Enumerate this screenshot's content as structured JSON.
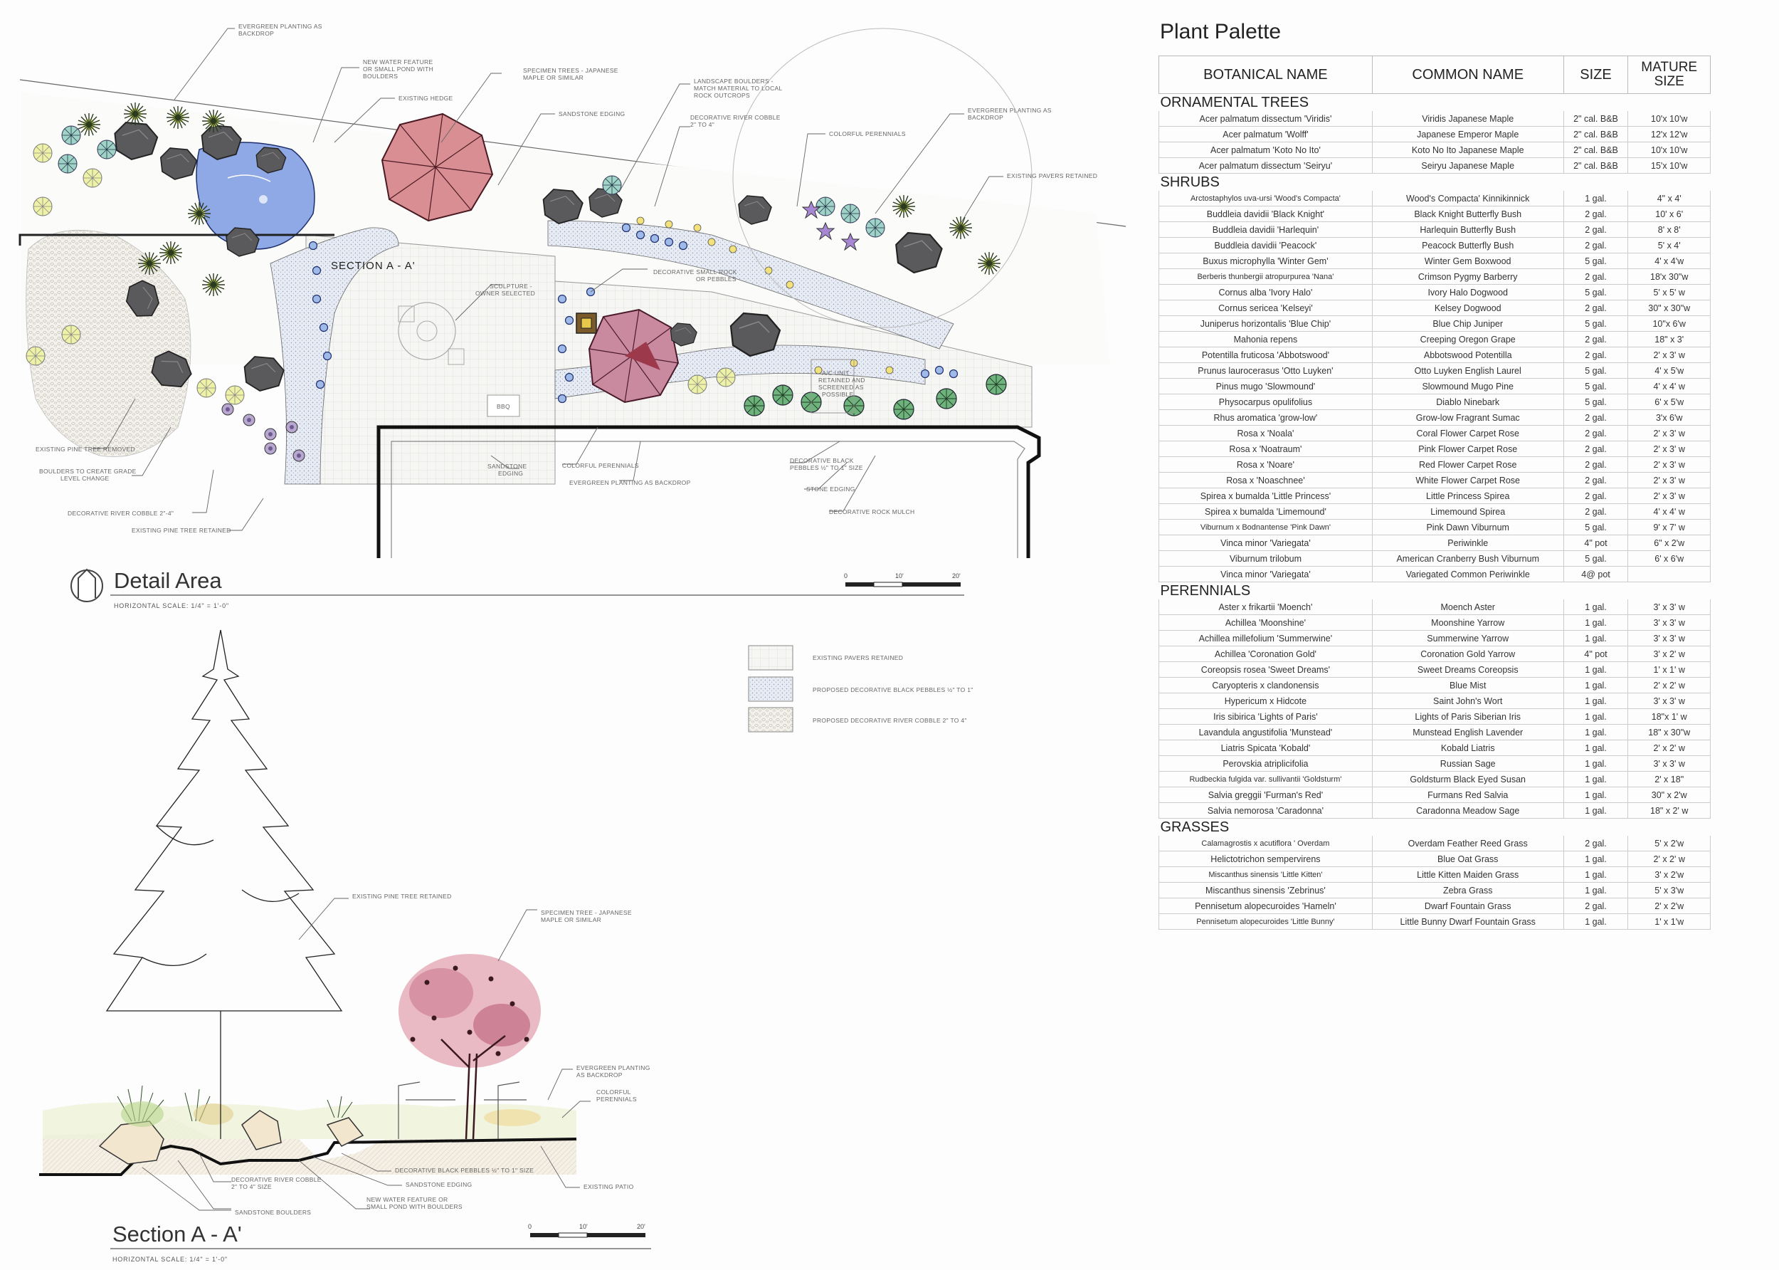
{
  "plan": {
    "title": "Detail Area",
    "scale_note": "HORIZONTAL SCALE:  1/4\" = 1'-0\"",
    "section_label": "SECTION A - A'",
    "scale_ticks": [
      "0",
      "10'",
      "20'"
    ],
    "labels": {
      "evergreen_backdrop_top": [
        "EVERGREEN PLANTING AS",
        "BACKDROP"
      ],
      "water_feature": [
        "NEW WATER FEATURE",
        "OR SMALL POND WITH",
        "BOULDERS"
      ],
      "existing_hedge": "EXISTING HEDGE",
      "specimen_trees": [
        "SPECIMEN TREES - JAPANESE",
        "MAPLE OR SIMILAR"
      ],
      "sandstone_edging_top": "SANDSTONE EDGING",
      "landscape_boulders": [
        "LANDSCAPE BOULDERS -",
        "MATCH MATERIAL TO LOCAL",
        "ROCK OUTCROPS"
      ],
      "river_cobble_top": [
        "DECORATIVE RIVER COBBLE",
        "2\" TO 4\""
      ],
      "colorful_perennials_top": "COLORFUL PERENNIALS",
      "evergreen_backdrop_right": [
        "EVERGREEN PLANTING AS",
        "BACKDROP"
      ],
      "existing_pavers": "EXISTING PAVERS RETAINED",
      "sculpture": [
        "SCULPTURE -",
        "OWNER SELECTED"
      ],
      "small_rock": [
        "DECORATIVE SMALL ROCK",
        "OR PEBBLES"
      ],
      "ac_unit": [
        "A/C UNIT",
        "RETAINED AND",
        "SCREENED AS",
        "POSSIBLE"
      ],
      "bbq": "BBQ",
      "pine_removed": "EXISTING PINE TREE REMOVED",
      "boulders_grade": [
        "BOULDERS TO CREATE GRADE",
        "LEVEL CHANGE"
      ],
      "river_cobble_bottom": "DECORATIVE RIVER COBBLE 2\"-4\"",
      "pine_retained": "EXISTING PINE TREE RETAINED",
      "sandstone_edging_bottom": [
        "SANDSTONE",
        "EDGING"
      ],
      "colorful_perennials_bottom": "COLORFUL PERENNIALS",
      "evergreen_backdrop_bottom": "EVERGREEN PLANTING AS BACKDROP",
      "black_pebbles": [
        "DECORATIVE BLACK",
        "PEBBLES ½\" TO 1\" SIZE"
      ],
      "stone_edging": "STONE EDGING",
      "rock_mulch": "DECORATIVE ROCK MULCH"
    }
  },
  "legend": [
    "EXISTING PAVERS RETAINED",
    "PROPOSED DECORATIVE BLACK PEBBLES ½\" TO 1\"",
    "PROPOSED DECORATIVE RIVER COBBLE 2\" TO 4\""
  ],
  "section": {
    "title": "Section A - A'",
    "scale_note": "HORIZONTAL SCALE:  1/4\" = 1'-0\"",
    "scale_ticks": [
      "0",
      "10'",
      "20'"
    ],
    "labels": {
      "pine_retained": "EXISTING PINE TREE RETAINED",
      "specimen_tree": [
        "SPECIMEN TREE - JAPANESE",
        "MAPLE OR SIMILAR"
      ],
      "evergreen": [
        "EVERGREEN PLANTING",
        "AS BACKDROP"
      ],
      "perennials": [
        "COLORFUL",
        "PERENNIALS"
      ],
      "black_pebbles": "DECORATIVE BLACK PEBBLES ½\" TO 1\" SIZE",
      "sandstone_edging": "SANDSTONE EDGING",
      "existing_patio": "EXISTING PATIO",
      "river_cobble": [
        "DECORATIVE RIVER COBBLE",
        "2\" TO 4\" SIZE"
      ],
      "water_feature": [
        "NEW WATER FEATURE OR",
        "SMALL POND WITH BOULDERS"
      ],
      "sandstone_boulders": "SANDSTONE BOULDERS"
    }
  },
  "palette": {
    "title": "Plant Palette",
    "headers": [
      "BOTANICAL NAME",
      "COMMON NAME",
      "SIZE",
      "MATURE SIZE"
    ],
    "categories": [
      {
        "name": "ORNAMENTAL TREES",
        "rows": [
          [
            "Acer palmatum dissectum 'Viridis'",
            "Viridis Japanese Maple",
            "2\" cal. B&B",
            "10'x 10'w"
          ],
          [
            "Acer palmatum 'Wolff'",
            "Japanese Emperor Maple",
            "2\" cal. B&B",
            "12'x 12'w"
          ],
          [
            "Acer palmatum 'Koto No Ito'",
            "Koto No Ito Japanese Maple",
            "2\" cal. B&B",
            "10'x 10'w"
          ],
          [
            "Acer palmatum dissectum 'Seiryu'",
            "Seiryu Japanese Maple",
            "2\" cal. B&B",
            "15'x 10'w"
          ]
        ]
      },
      {
        "name": "SHRUBS",
        "rows": [
          [
            "Arctostaphylos uva-ursi 'Wood's Compacta'",
            "Wood's Compacta' Kinnikinnick",
            "1 gal.",
            "4\" x 4'"
          ],
          [
            "Buddleia davidii 'Black Knight'",
            "Black Knight Butterfly Bush",
            "2 gal.",
            "10' x 6'"
          ],
          [
            "Buddleia davidii 'Harlequin'",
            "Harlequin Butterfly Bush",
            "2 gal.",
            "8' x 8'"
          ],
          [
            "Buddleia davidii 'Peacock'",
            "Peacock Butterfly Bush",
            "2 gal.",
            "5' x 4'"
          ],
          [
            "Buxus microphylla 'Winter Gem'",
            "Winter Gem Boxwood",
            "5 gal.",
            "4' x 4'w"
          ],
          [
            "Berberis thunbergii atropurpurea 'Nana'",
            "Crimson Pygmy Barberry",
            "2 gal.",
            "18'x 30\"w"
          ],
          [
            "Cornus alba 'Ivory Halo'",
            "Ivory Halo Dogwood",
            "5 gal.",
            "5' x 5' w"
          ],
          [
            "Cornus sericea 'Kelseyi'",
            "Kelsey Dogwood",
            "2 gal.",
            "30\" x 30\"w"
          ],
          [
            "Juniperus horizontalis 'Blue Chip'",
            "Blue Chip Juniper",
            "5 gal.",
            "10\"x 6'w"
          ],
          [
            "Mahonia repens",
            "Creeping Oregon Grape",
            "2 gal.",
            "18\" x 3'"
          ],
          [
            "Potentilla fruticosa 'Abbotswood'",
            "Abbotswood Potentilla",
            "2 gal.",
            "2' x 3' w"
          ],
          [
            "Prunus laurocerasus 'Otto Luyken'",
            "Otto Luyken English Laurel",
            "5 gal.",
            "4' x 5'w"
          ],
          [
            "Pinus mugo 'Slowmound'",
            "Slowmound Mugo Pine",
            "5 gal.",
            "4' x 4' w"
          ],
          [
            "Physocarpus opulifolius",
            "Diablo Ninebark",
            "5 gal.",
            "6' x 5'w"
          ],
          [
            "Rhus aromatica 'grow-low'",
            "Grow-low Fragrant Sumac",
            "2 gal.",
            "3'x 6'w"
          ],
          [
            "Rosa x 'Noala'",
            "Coral Flower Carpet Rose",
            "2 gal.",
            "2' x 3' w"
          ],
          [
            "Rosa x 'Noatraum'",
            "Pink Flower Carpet Rose",
            "2 gal.",
            "2' x 3' w"
          ],
          [
            "Rosa x 'Noare'",
            "Red Flower Carpet Rose",
            "2 gal.",
            "2' x 3' w"
          ],
          [
            "Rosa x 'Noaschnee'",
            "White Flower Carpet Rose",
            "2 gal.",
            "2' x 3' w"
          ],
          [
            "Spirea x bumalda 'Little Princess'",
            "Little Princess Spirea",
            "2 gal.",
            "2' x 3' w"
          ],
          [
            "Spirea x bumalda 'Limemound'",
            "Limemound Spirea",
            "2 gal.",
            "4' x 4' w"
          ],
          [
            "Viburnum  x Bodnantense 'Pink Dawn'",
            "Pink Dawn Viburnum",
            "5 gal.",
            "9' x 7' w"
          ],
          [
            "Vinca minor 'Variegata'",
            "Periwinkle",
            "4\" pot",
            "6\" x 2'w"
          ],
          [
            "Viburnum trilobum",
            "American Cranberry Bush Viburnum",
            "5 gal.",
            "6' x 6'w"
          ],
          [
            "Vinca minor 'Variegata'",
            "Variegated Common Periwinkle",
            "4@ pot",
            ""
          ]
        ]
      },
      {
        "name": "PERENNIALS",
        "rows": [
          [
            "Aster x frikartii 'Moench'",
            "Moench Aster",
            "1 gal.",
            "3' x 3' w"
          ],
          [
            "Achillea 'Moonshine'",
            "Moonshine Yarrow",
            "1 gal.",
            "3' x 3' w"
          ],
          [
            "Achillea millefolium 'Summerwine'",
            "Summerwine Yarrow",
            "1 gal.",
            "3' x 3' w"
          ],
          [
            "Achillea  'Coronation Gold'",
            "Coronation Gold Yarrow",
            "4\" pot",
            "3' x 2' w"
          ],
          [
            "Coreopsis rosea 'Sweet Dreams'",
            "Sweet Dreams Coreopsis",
            "1 gal.",
            "1' x 1' w"
          ],
          [
            "Caryopteris x clandonensis",
            "Blue Mist",
            "1 gal.",
            "2' x 2' w"
          ],
          [
            "Hypericum x Hidcote",
            "Saint John's Wort",
            "1 gal.",
            "3' x 3' w"
          ],
          [
            "Iris sibirica 'Lights of Paris'",
            "Lights of Paris Siberian Iris",
            "1 gal.",
            "18\"x 1' w"
          ],
          [
            "Lavandula angustifolia 'Munstead'",
            "Munstead English Lavender",
            "1 gal.",
            "18\" x 30\"w"
          ],
          [
            "Liatris Spicata 'Kobald'",
            "Kobald Liatris",
            "1 gal.",
            "2' x 2' w"
          ],
          [
            "Perovskia atriplicifolia",
            "Russian Sage",
            "1 gal.",
            "3' x 3' w"
          ],
          [
            "Rudbeckia fulgida var. sullivantii 'Goldsturm'",
            "Goldsturm Black Eyed Susan",
            "1 gal.",
            "2' x 18\""
          ],
          [
            "Salvia greggii 'Furman's Red'",
            "Furmans Red Salvia",
            "1 gal.",
            "30\" x 2'w"
          ],
          [
            "Salvia nemorosa 'Caradonna'",
            "Caradonna Meadow Sage",
            "1 gal.",
            "18\" x 2' w"
          ]
        ]
      },
      {
        "name": "GRASSES",
        "rows": [
          [
            "Calamagrostis x acutiflora ' Overdam",
            "Overdam Feather Reed Grass",
            "2 gal.",
            "5' x 2'w"
          ],
          [
            "Helictotrichon sempervirens",
            "Blue Oat Grass",
            "1 gal.",
            "2' x 2' w"
          ],
          [
            "Miscanthus sinensis 'Little Kitten'",
            "Little Kitten Maiden Grass",
            "1 gal.",
            "3' x 2'w"
          ],
          [
            "Miscanthus sinensis 'Zebrinus'",
            "Zebra Grass",
            "1 gal.",
            "5' x 3'w"
          ],
          [
            "Pennisetum alopecuroides 'Hameln'",
            "Dwarf Fountain Grass",
            "2 gal.",
            "2' x 2'w"
          ],
          [
            "Pennisetum alopecuroides 'Little Bunny'",
            "Little Bunny Dwarf Fountain Grass",
            "1 gal.",
            "1' x 1'w"
          ]
        ]
      }
    ]
  }
}
